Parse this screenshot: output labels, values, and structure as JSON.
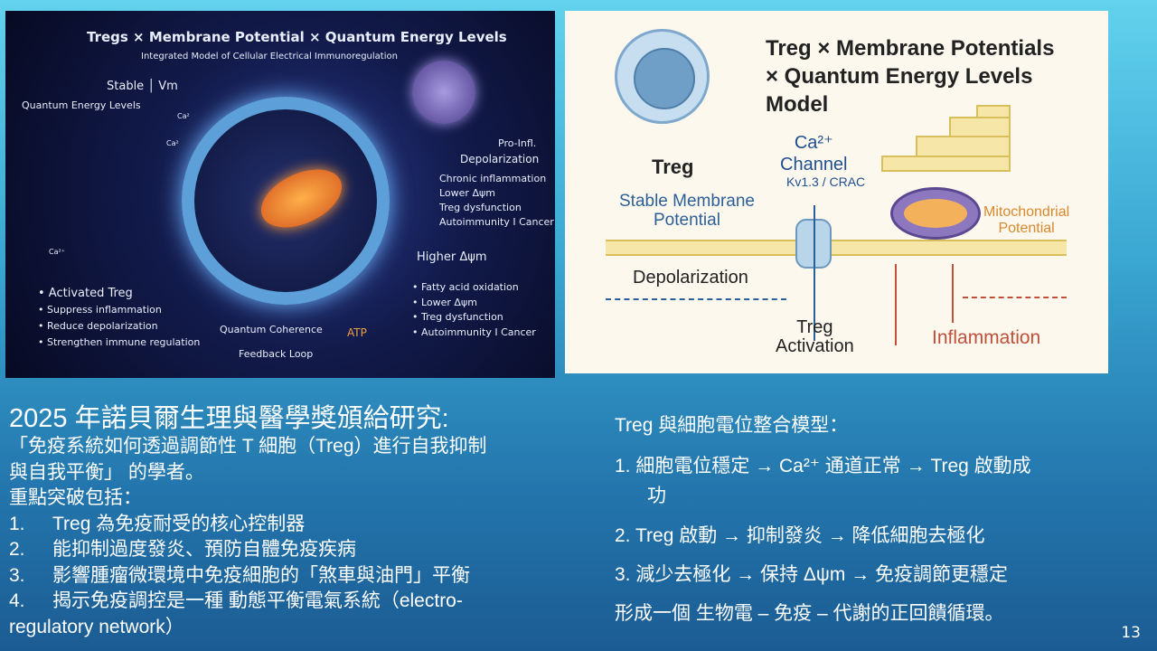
{
  "left_image": {
    "title": "Tregs × Membrane Potential × Quantum Energy Levels",
    "subtitle": "Integrated Model of Cellular Electrical Immunoregulation",
    "stable_vm": "Stable │ Vm",
    "quantum_energy_levels": "Quantum Energy Levels",
    "ca_labels": [
      "Ca²",
      "Ca²",
      "Ca²⁺"
    ],
    "pro_infl": "Pro-Infl.",
    "depolarization": "Depolarization",
    "right_list_1": [
      "Chronic inflammation",
      "Lower Δψm",
      "Treg dysfunction",
      "Autoimmunity I Cancer"
    ],
    "higher": "Higher Δψm",
    "right_list_2": [
      "• Fatty acid oxidation",
      "• Lower Δψm",
      "• Treg dysfunction",
      "• Autoimmunity I Cancer"
    ],
    "left_list": [
      "• Activated Treg",
      "• Suppress inflammation",
      "• Reduce depolarization",
      "• Strengthen immune regulation"
    ],
    "quantum_coherence": "Quantum Coherence",
    "atp": "ATP",
    "feedback_loop": "Feedback Loop"
  },
  "right_image": {
    "title_lines": [
      "Treg × Membrane Potentials",
      "× Quantum Energy Levels",
      "Model"
    ],
    "treg": "Treg",
    "ca_channel": [
      "Ca²⁺",
      "Channel"
    ],
    "kv": "Kv1.3 / CRAC",
    "stable": [
      "Stable Membrane",
      "Potential"
    ],
    "mito": [
      "Mitochondrial",
      "Potential"
    ],
    "depolarization": "Depolarization",
    "activation": [
      "Treg",
      "Activation"
    ],
    "inflammation": "Inflammation"
  },
  "left_text": {
    "heading": "2025 年諾貝爾生理與醫學獎頒給研究:",
    "lines": [
      "「免疫系統如何透過調節性 T 細胞（Treg）進行自我抑制",
      "與自我平衡」 的學者。",
      "重點突破包括："
    ],
    "items": [
      {
        "num": "1.",
        "text": "Treg 為免疫耐受的核心控制器"
      },
      {
        "num": "2.",
        "text": "能抑制過度發炎、預防自體免疫疾病"
      },
      {
        "num": "3.",
        "text": "影響腫瘤微環境中免疫細胞的「煞車與油門」平衡"
      },
      {
        "num": "4.",
        "text": "揭示免疫調控是一種 動態平衡電氣系統（electro-"
      }
    ],
    "tail": "regulatory network）"
  },
  "right_text": {
    "heading": "Treg 與細胞電位整合模型：",
    "items": [
      "1.  細胞電位穩定 → Ca²⁺ 通道正常 → Treg 啟動成",
      "功",
      "2.  Treg 啟動 → 抑制發炎 → 降低細胞去極化",
      "3.  減少去極化 → 保持 Δψm → 免疫調節更穩定"
    ],
    "conclusion": "形成一個 生物電 – 免疫 – 代謝的正回饋循環。"
  },
  "page_number": "13"
}
